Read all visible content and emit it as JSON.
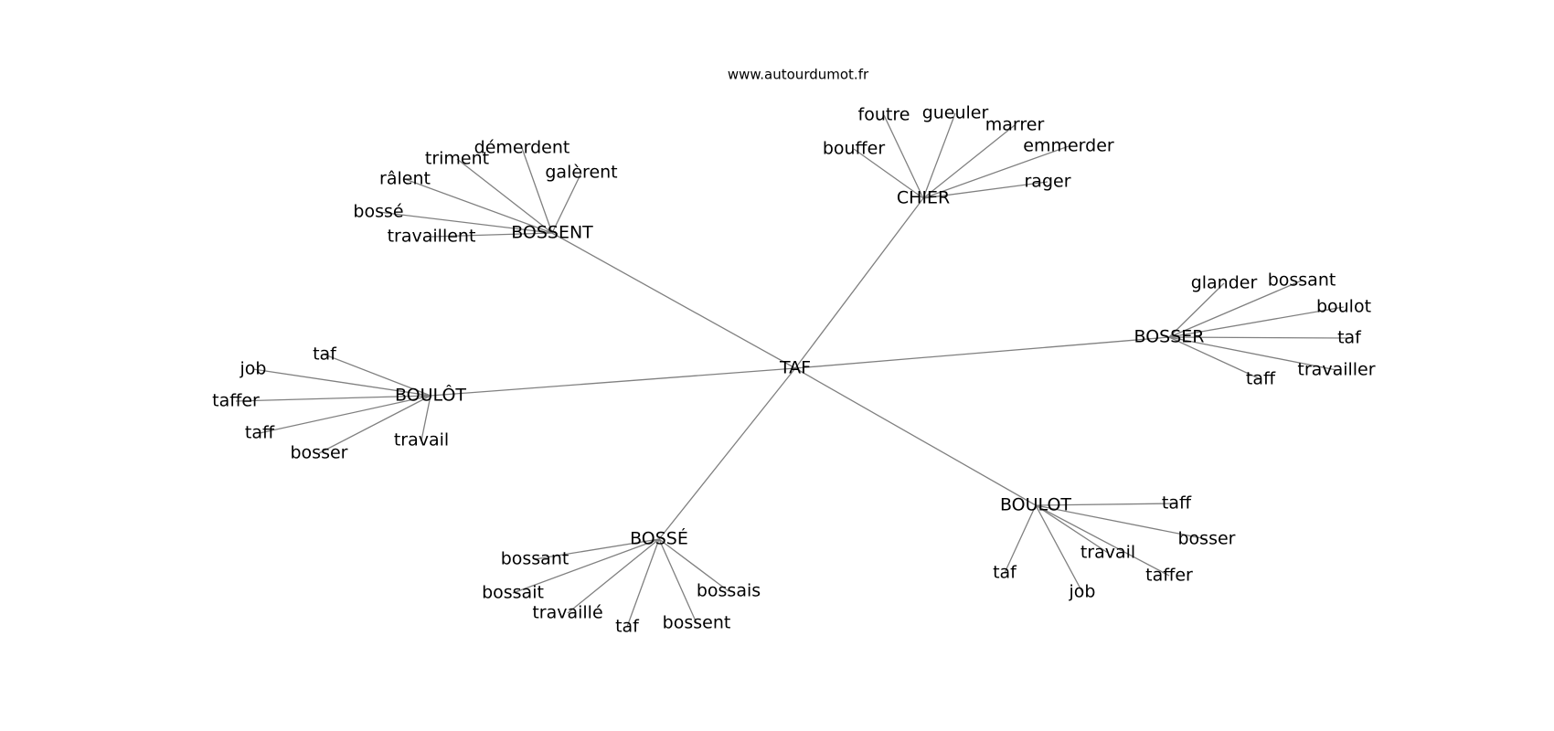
{
  "watermark": "www.autourdumot.fr",
  "center": {
    "id": "taf",
    "label": "TAF"
  },
  "clusters": [
    {
      "id": "bossent",
      "label": "BOSSENT",
      "leaves": [
        "démerdent",
        "triment",
        "galèrent",
        "râlent",
        "bossé",
        "travaillent"
      ]
    },
    {
      "id": "chier",
      "label": "CHIER",
      "leaves": [
        "foutre",
        "gueuler",
        "marrer",
        "bouffer",
        "emmerder",
        "rager"
      ]
    },
    {
      "id": "bosser",
      "label": "BOSSER",
      "leaves": [
        "glander",
        "bossant",
        "boulot",
        "taf",
        "travailler",
        "taff"
      ]
    },
    {
      "id": "boulot-accent",
      "label": "BOULÔT",
      "leaves": [
        "taf",
        "job",
        "taffer",
        "taff",
        "bosser",
        "travail"
      ]
    },
    {
      "id": "bosse-accent",
      "label": "BOSSÉ",
      "leaves": [
        "bossant",
        "bossait",
        "travaillé",
        "taf",
        "bossent",
        "bossais"
      ]
    },
    {
      "id": "boulot",
      "label": "BOULOT",
      "leaves": [
        "taff",
        "bosser",
        "travail",
        "taffer",
        "taf",
        "job"
      ]
    }
  ]
}
